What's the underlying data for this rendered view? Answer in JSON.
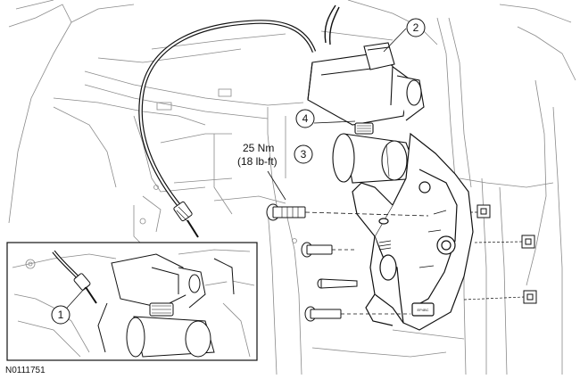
{
  "figure": {
    "id_code": "N0111751"
  },
  "callouts": [
    {
      "number": "1"
    },
    {
      "number": "2"
    },
    {
      "number": "3"
    },
    {
      "number": "4"
    }
  ],
  "torque_spec": {
    "metric": "25 Nm",
    "imperial": "(18 lb-ft)"
  },
  "part_markings": [
    "EP4BC"
  ],
  "colors": {
    "line": "#111111",
    "background_line": "#7a7a7a",
    "paper": "#ffffff"
  }
}
